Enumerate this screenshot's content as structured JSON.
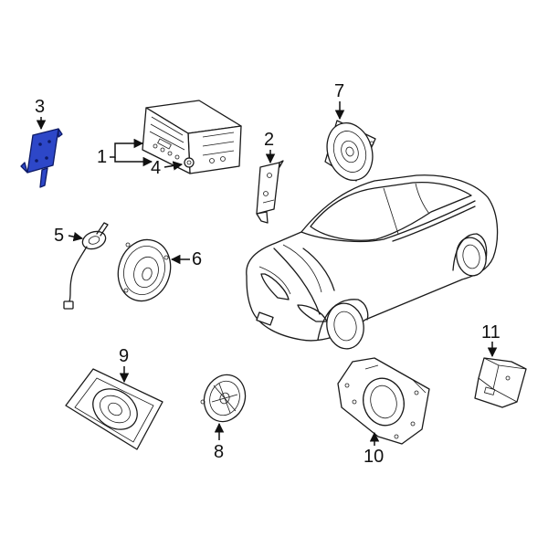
{
  "colors": {
    "highlight": "#2d47c8",
    "highlight_outline": "#0d1a66",
    "line": "#1a1a1a",
    "background": "#ffffff"
  },
  "callouts": {
    "c1": "1",
    "c2": "2",
    "c3": "3",
    "c4": "4",
    "c5": "5",
    "c6": "6",
    "c7": "7",
    "c8": "8",
    "c9": "9",
    "c10": "10",
    "c11": "11"
  }
}
